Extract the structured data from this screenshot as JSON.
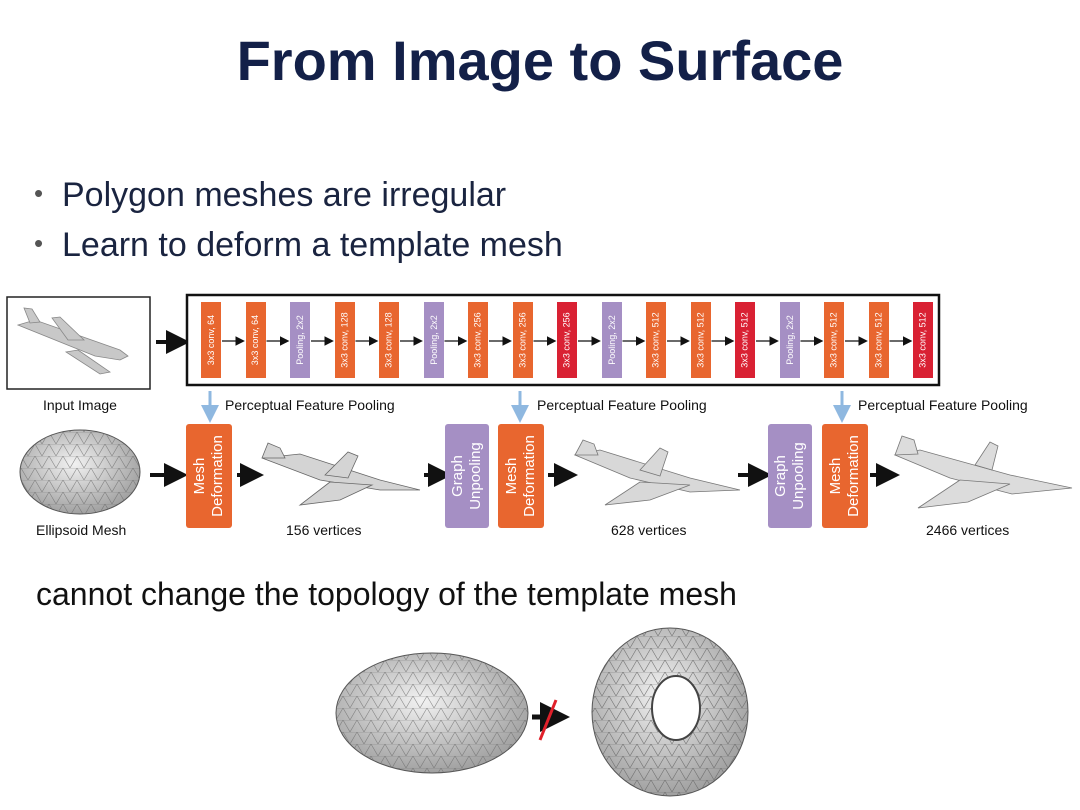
{
  "slide": {
    "title": "From Image to Surface",
    "bullets": [
      "Polygon meshes are irregular",
      "Learn to deform a template mesh"
    ],
    "note": "cannot change the topology of the template mesh"
  },
  "diagram": {
    "input_caption": "Input Image",
    "ellipsoid_caption": "Ellipsoid Mesh",
    "pooling_label": "Perceptual Feature Pooling",
    "layers": [
      {
        "label": "3x3 conv, 64",
        "kind": "conv"
      },
      {
        "label": "3x3 conv, 64",
        "kind": "conv"
      },
      {
        "label": "Pooling, 2x2",
        "kind": "pool"
      },
      {
        "label": "3x3 conv, 128",
        "kind": "conv"
      },
      {
        "label": "3x3 conv, 128",
        "kind": "conv"
      },
      {
        "label": "Pooling, 2x2",
        "kind": "pool"
      },
      {
        "label": "3x3 conv, 256",
        "kind": "conv"
      },
      {
        "label": "3x3 conv, 256",
        "kind": "conv"
      },
      {
        "label": "3x3 conv, 256",
        "kind": "conv-red"
      },
      {
        "label": "Pooling, 2x2",
        "kind": "pool"
      },
      {
        "label": "3x3 conv, 512",
        "kind": "conv"
      },
      {
        "label": "3x3 conv, 512",
        "kind": "conv"
      },
      {
        "label": "3x3 conv, 512",
        "kind": "conv-red"
      },
      {
        "label": "Pooling, 2x2",
        "kind": "pool"
      },
      {
        "label": "3x3 conv, 512",
        "kind": "conv"
      },
      {
        "label": "3x3 conv, 512",
        "kind": "conv"
      },
      {
        "label": "3x3 conv, 512",
        "kind": "conv-red"
      }
    ],
    "mesh_deformation": "Mesh\nDeformation",
    "graph_unpooling": "Graph\nUnpooling",
    "vertex_captions": [
      "156 vertices",
      "628 vertices",
      "2466 vertices"
    ]
  },
  "colors": {
    "conv": "#e8662f",
    "conv_red": "#d92133",
    "pool": "#a58fc4",
    "link_arrow": "#8fb8e0",
    "cross": "#e0202a"
  }
}
